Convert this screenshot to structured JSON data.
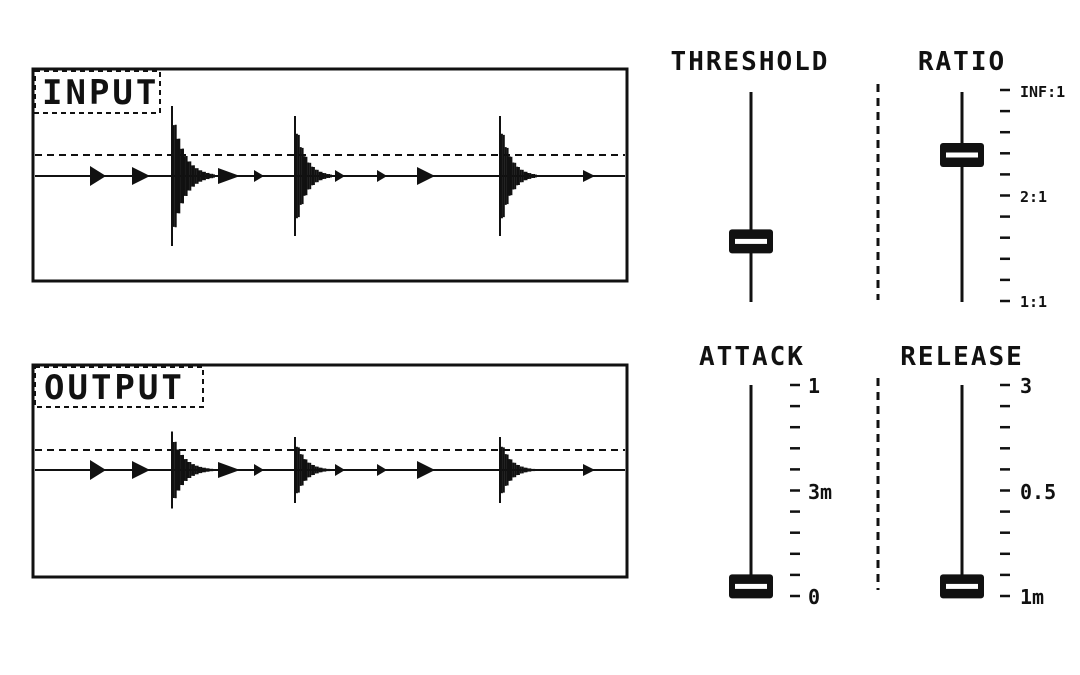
{
  "colors": {
    "ink": "#111111",
    "background": "#ffffff",
    "knob_fill": "#ffffff"
  },
  "panels": {
    "input_label": "INPUT",
    "output_label": "OUTPUT"
  },
  "sliders": {
    "threshold": {
      "label": "THRESHOLD",
      "level": 0.3,
      "ticks": []
    },
    "ratio": {
      "label": "RATIO",
      "level": 0.7,
      "ticks": [
        "INF:1",
        "2:1",
        "1:1"
      ]
    },
    "attack": {
      "label": "ATTACK",
      "level": 0.05,
      "ticks": [
        "1",
        "3m",
        "0"
      ]
    },
    "release": {
      "label": "RELEASE",
      "level": 0.05,
      "ticks": [
        "3",
        "0.5",
        "1m"
      ]
    }
  }
}
